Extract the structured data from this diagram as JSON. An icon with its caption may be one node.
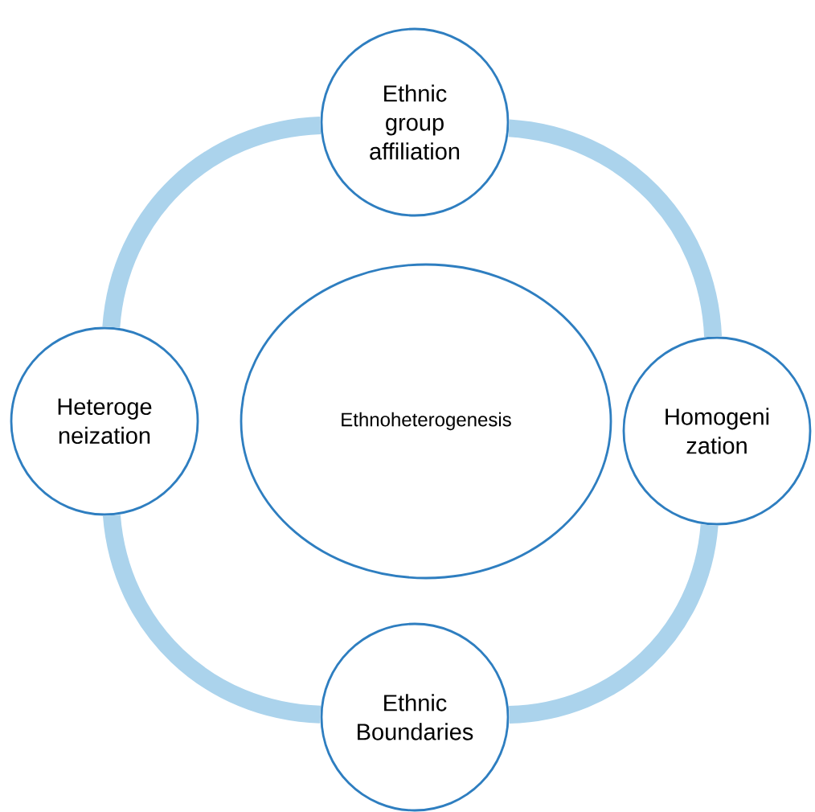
{
  "diagram": {
    "nodes": [
      {
        "text": [
          "Ethnic group affiliation"
        ]
      },
      {
        "text": [
          "Heteroge neization"
        ]
      },
      {
        "text": [
          "Ethnoheterogenesis"
        ]
      },
      {
        "text": [
          "Homogeni zation"
        ]
      },
      {
        "text": [
          "Ethnic Boundaries"
        ]
      }
    ],
    "edges": [
      {
        "from": 0,
        "to": 3,
        "arrow": "none"
      },
      {
        "from": 3,
        "to": 4,
        "arrow": "none"
      },
      {
        "from": 4,
        "to": 1,
        "arrow": "none"
      },
      {
        "from": 1,
        "to": 0,
        "arrow": "none"
      }
    ]
  }
}
